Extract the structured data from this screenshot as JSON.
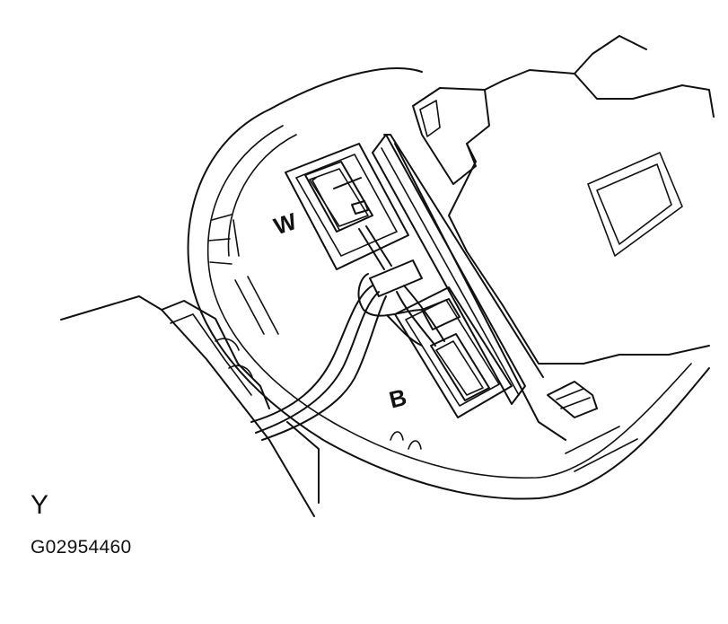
{
  "labels": {
    "connector_w": "W",
    "connector_b": "B",
    "view": "Y",
    "figure_code": "G02954460"
  }
}
